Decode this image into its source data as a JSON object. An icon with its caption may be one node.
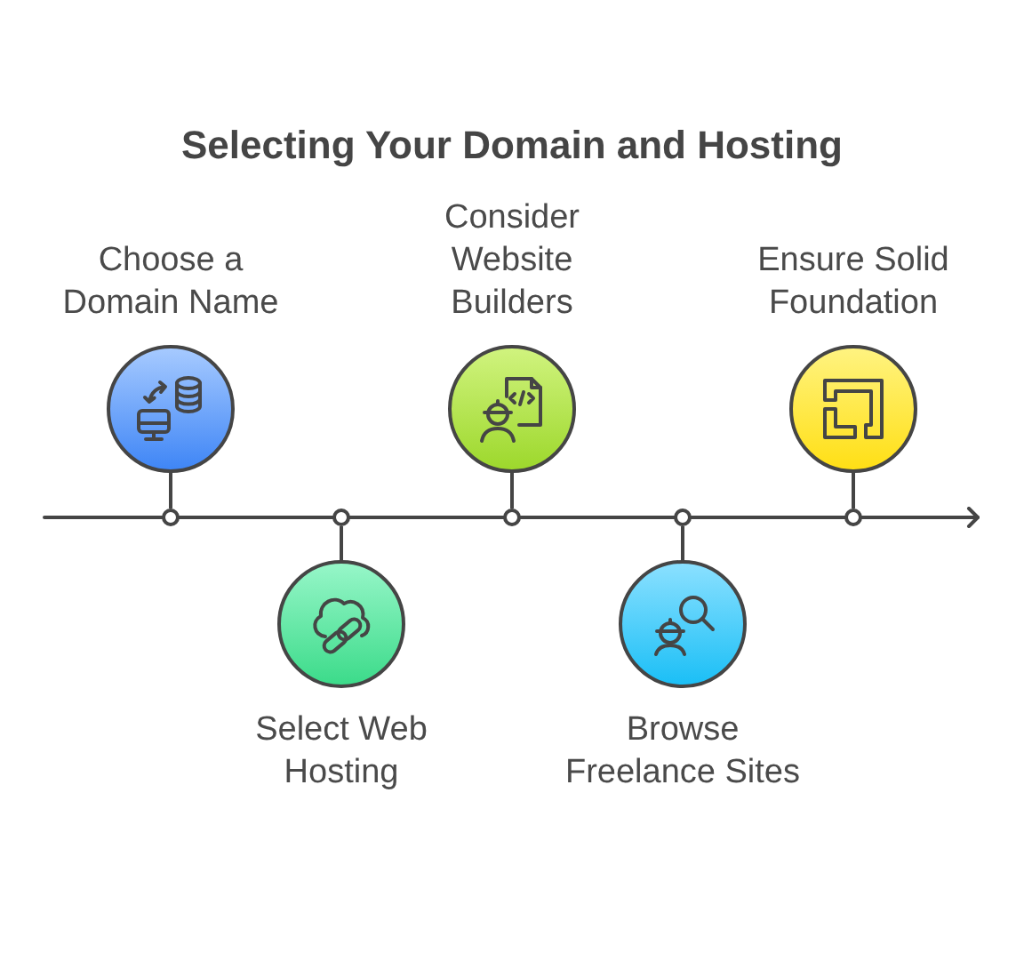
{
  "diagram": {
    "title": "Selecting Your Domain and Hosting",
    "nodes": [
      {
        "text": [
          "Choose a Domain Name"
        ]
      },
      {
        "text": [
          "Select Web Hosting"
        ]
      },
      {
        "text": [
          "Consider Website Builders"
        ]
      },
      {
        "text": [
          "Browse Freelance Sites"
        ]
      },
      {
        "text": [
          "Ensure Solid Foundation"
        ]
      },
      {
        "text": [],
        "shape": "bar"
      }
    ],
    "edges": [
      {
        "from": 0,
        "to": 5,
        "arrow": "none"
      },
      {
        "from": 1,
        "to": 5,
        "arrow": "none"
      },
      {
        "from": 2,
        "to": 5,
        "arrow": "none"
      },
      {
        "from": 3,
        "to": 5,
        "arrow": "none"
      },
      {
        "from": 4,
        "to": 5,
        "arrow": "none"
      }
    ]
  }
}
